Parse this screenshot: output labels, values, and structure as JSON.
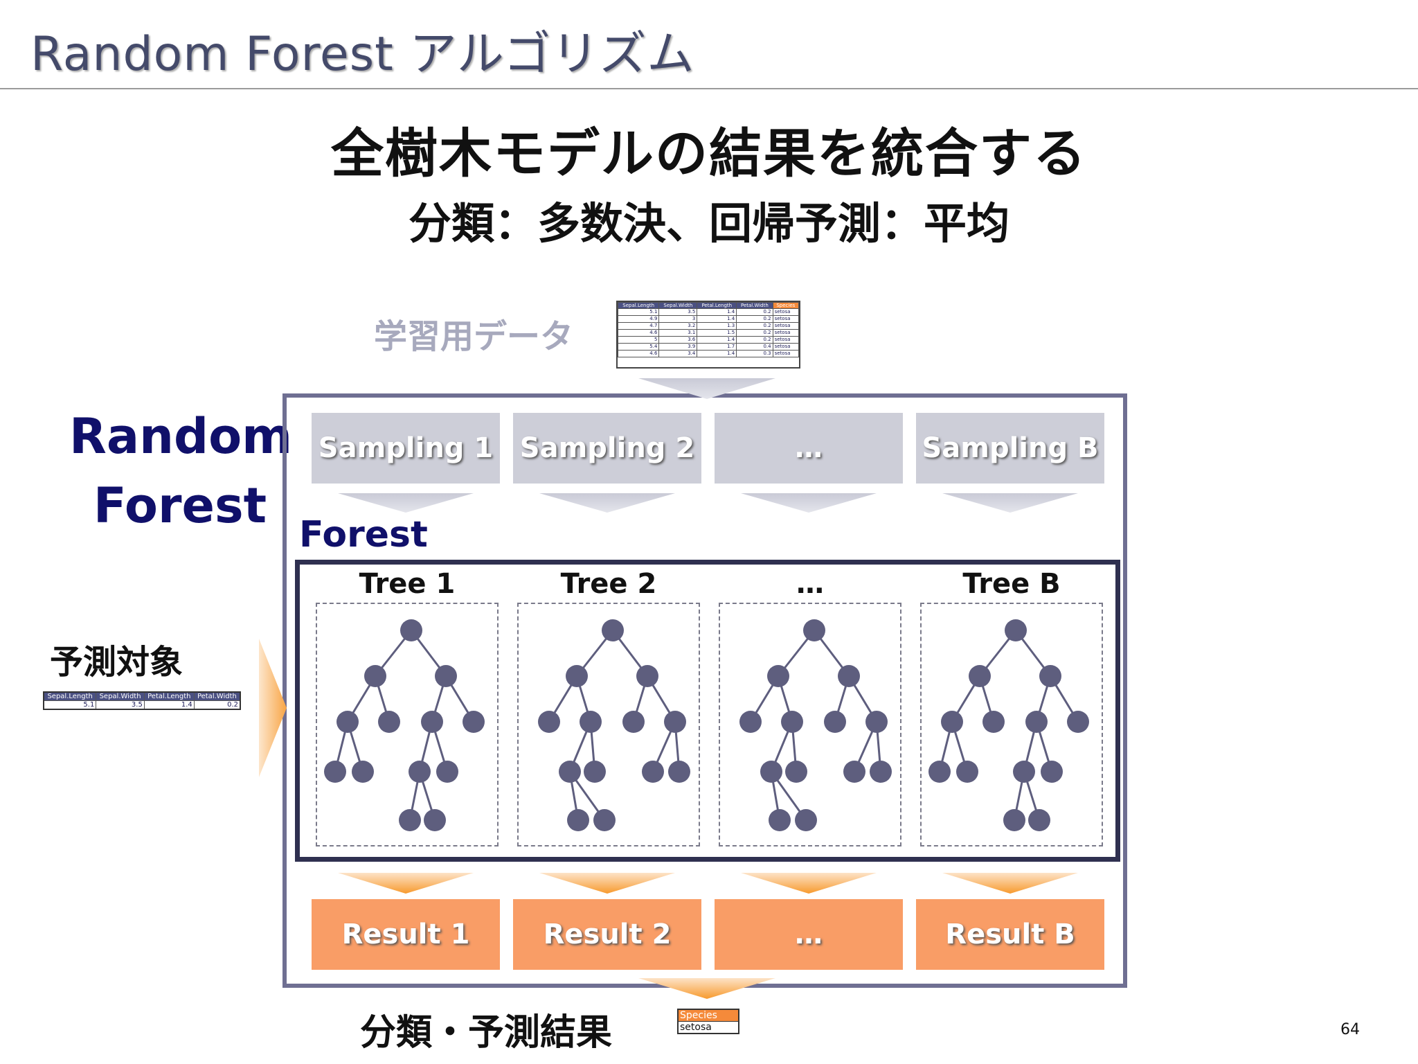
{
  "header": {
    "title": "Random Forest アルゴリズム"
  },
  "headings": {
    "main": "全樹木モデルの結果を統合する",
    "sub": "分類：多数決、回帰予測：平均"
  },
  "labels": {
    "training_data": "学習用データ",
    "random_forest_line1": "Random",
    "random_forest_line2": "Forest",
    "prediction_target": "予測対象",
    "forest": "Forest",
    "output": "分類・予測結果"
  },
  "samplings": [
    "Sampling 1",
    "Sampling 2",
    "…",
    "Sampling B"
  ],
  "trees": [
    "Tree 1",
    "Tree 2",
    "…",
    "Tree B"
  ],
  "results": [
    "Result 1",
    "Result 2",
    "…",
    "Result B"
  ],
  "training_table": {
    "headers": [
      "Sepal.Length",
      "Sepal.Width",
      "Petal.Length",
      "Petal.Width",
      "Species"
    ],
    "rows": [
      [
        "5.1",
        "3.5",
        "1.4",
        "0.2",
        "setosa"
      ],
      [
        "4.9",
        "3",
        "1.4",
        "0.2",
        "setosa"
      ],
      [
        "4.7",
        "3.2",
        "1.3",
        "0.2",
        "setosa"
      ],
      [
        "4.6",
        "3.1",
        "1.5",
        "0.2",
        "setosa"
      ],
      [
        "5",
        "3.6",
        "1.4",
        "0.2",
        "setosa"
      ],
      [
        "5.4",
        "3.9",
        "1.7",
        "0.4",
        "setosa"
      ],
      [
        "4.6",
        "3.4",
        "1.4",
        "0.3",
        "setosa"
      ]
    ]
  },
  "target_table": {
    "headers": [
      "Sepal.Length",
      "Sepal.Width",
      "Petal.Length",
      "Petal.Width"
    ],
    "row": [
      "5.1",
      "3.5",
      "1.4",
      "0.2"
    ]
  },
  "species_box": {
    "header": "Species",
    "value": "setosa"
  },
  "page_number": "64",
  "colors": {
    "navy": "#10106a",
    "sampling_box": "#cdced8",
    "result_box": "#f99d66",
    "node": "#5e5e7e",
    "frame": "#6f6f92"
  }
}
